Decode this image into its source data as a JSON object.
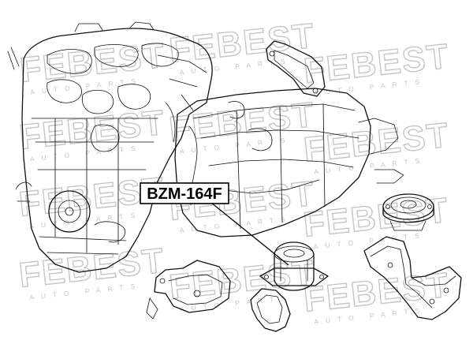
{
  "watermark": {
    "brand": "FEBEST",
    "tagline": "AUTO PARTS"
  },
  "callout": {
    "part_number": "BZM-164F"
  },
  "illustration": {
    "subject": "engine-and-transmission-mount-diagram",
    "highlighted_part": "mount-bushing"
  }
}
